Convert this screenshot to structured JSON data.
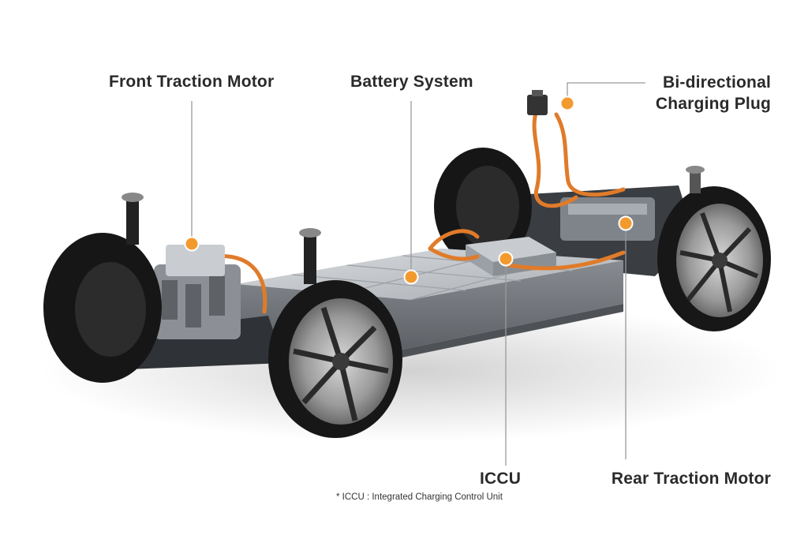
{
  "labels": {
    "front_traction_motor": "Front Traction Motor",
    "battery_system": "Battery System",
    "bidirectional_line1": "Bi-directional",
    "bidirectional_line2": "Charging Plug",
    "iccu": "ICCU",
    "rear_traction_motor": "Rear Traction Motor"
  },
  "footnote": "* ICCU : Integrated Charging Control Unit",
  "colors": {
    "marker": "#f39a2e",
    "cable": "#e07b2a",
    "leader_line": "#9a9a9a",
    "label_text": "#2a2a2a"
  }
}
